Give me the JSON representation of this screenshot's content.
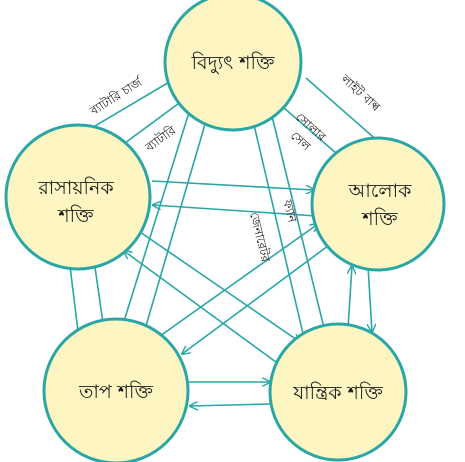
{
  "colors": {
    "circle_fill": "#fdf6c3",
    "stroke": "#2aa6a6",
    "text": "#1a1a1a"
  },
  "nodes": {
    "electrical": "বিদ্যুৎ শক্তি",
    "chemical_line1": "রাসায়নিক",
    "chemical_line2": "শক্তি",
    "light_line1": "আলোক",
    "light_line2": "শক্তি",
    "heat": "তাপ শক্তি",
    "mechanical": "যান্ত্রিক শক্তি"
  },
  "edge_labels": {
    "battery_charge": "ব্যাটারি চার্জ",
    "battery": "ব্যাটারি",
    "light_bulb": "লাইট বাল্ব",
    "solar_line1": "সোলার",
    "solar_line2": "সেল",
    "fan": "ফ্যান",
    "generator": "জেনারেটর"
  }
}
